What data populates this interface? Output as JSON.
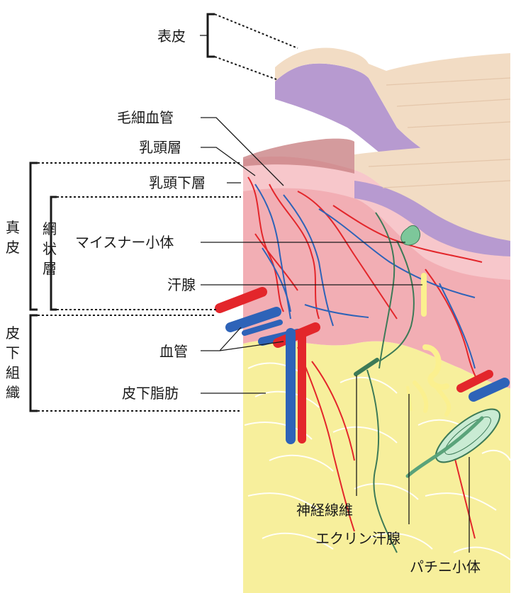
{
  "diagram": {
    "labels": {
      "epidermis": "表皮",
      "capillary": "毛細血管",
      "papillary_layer": "乳頭層",
      "subpapillary_layer": "乳頭下層",
      "meissner": "マイスナー小体",
      "sweat_gland": "汗腺",
      "blood_vessel": "血管",
      "subcutaneous_fat": "皮下脂肪",
      "nerve_fiber": "神経線維",
      "eccrine_gland": "エクリン汗腺",
      "pacinian": "パチニ小体"
    },
    "vertical_labels": {
      "dermis": [
        "真",
        "皮"
      ],
      "reticular_layer": [
        "網",
        "状",
        "層"
      ],
      "subcutaneous_tissue": [
        "皮",
        "下",
        "組",
        "織"
      ]
    },
    "colors": {
      "epidermis_top": "#f2dcc4",
      "epidermis_purple": "#b79ad0",
      "dermis": "#f2aeb4",
      "dermis_light": "#f7c7cb",
      "fat": "#f7ef9c",
      "artery": "#e3262b",
      "vein": "#2e63b8",
      "nerve": "#3d7a57",
      "receptor": "#7dc79a",
      "gland": "#fbf08f"
    }
  }
}
